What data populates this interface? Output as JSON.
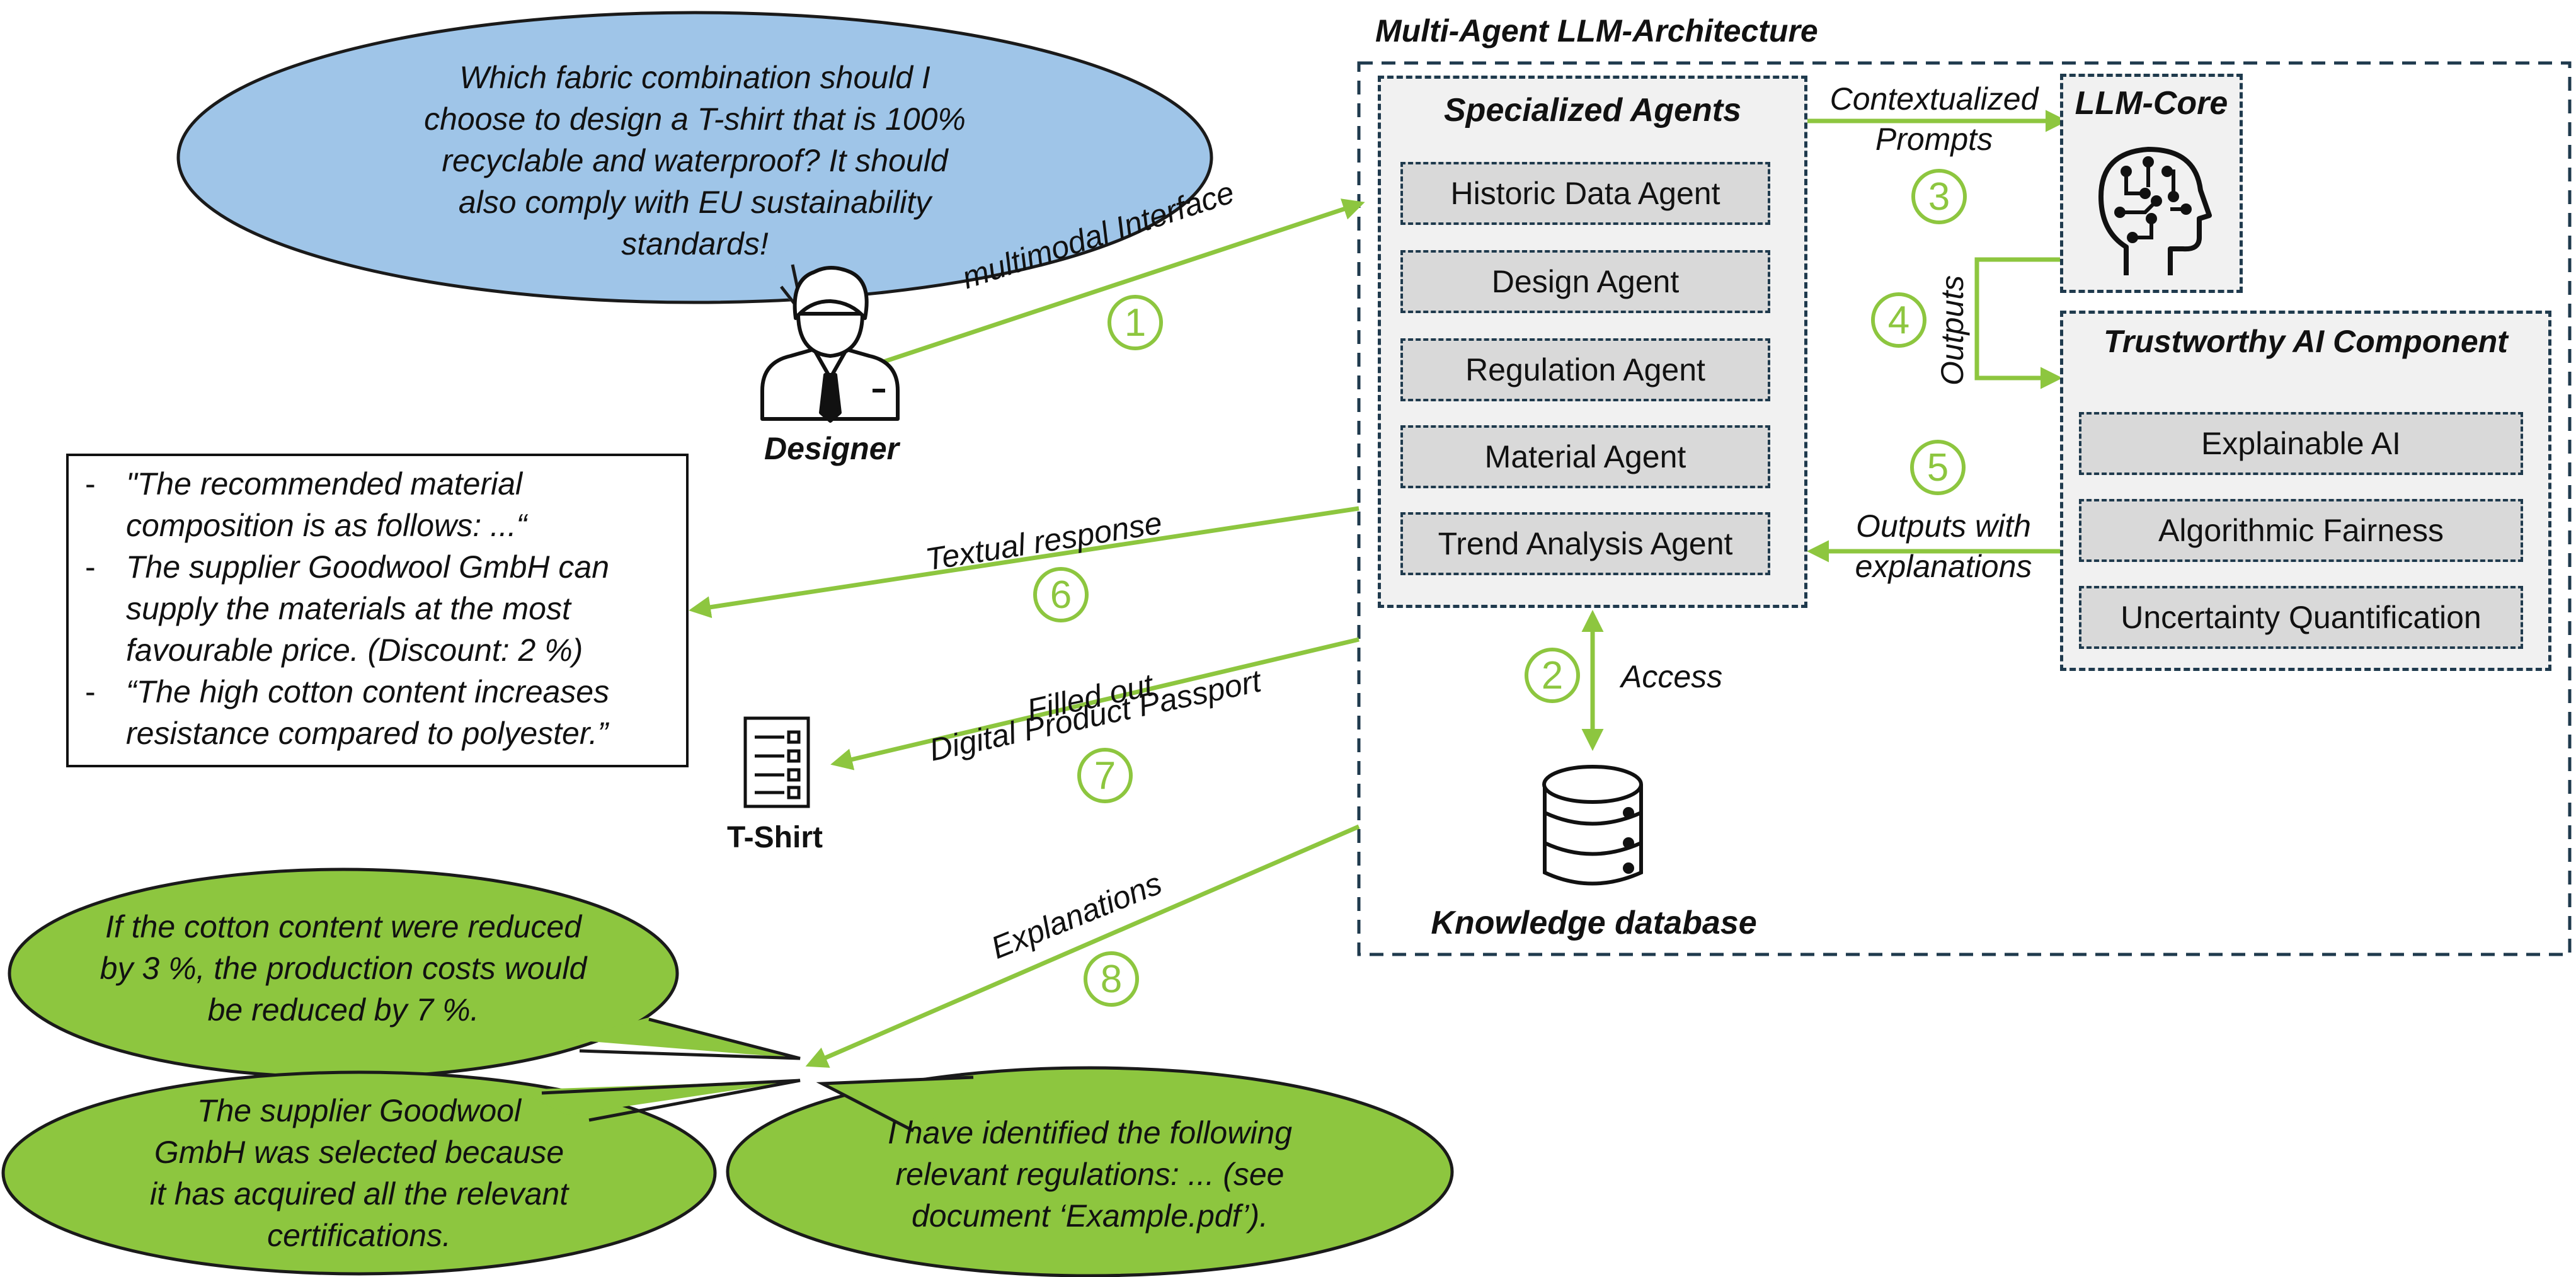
{
  "architecture": {
    "title": "Multi-Agent LLM-Architecture",
    "specialized_agents": {
      "title": "Specialized Agents",
      "agents": [
        "Historic Data Agent",
        "Design Agent",
        "Regulation Agent",
        "Material Agent",
        "Trend Analysis Agent"
      ]
    },
    "llm_core": {
      "title": "LLM-Core"
    },
    "trustworthy": {
      "title": "Trustworthy AI Component",
      "items": [
        "Explainable AI",
        "Algorithmic Fairness",
        "Uncertainty Quantification"
      ]
    },
    "knowledge_db": {
      "label": "Knowledge database"
    }
  },
  "flows": {
    "contextualized_prompts": [
      "Contextualized",
      "Prompts"
    ],
    "outputs": "Outputs",
    "outputs_with_explanations": [
      "Outputs with",
      "explanations"
    ],
    "access": "Access",
    "multimodal": "multimodal Interface",
    "textual": "Textual response",
    "filled_out": [
      "Filled out",
      "Digital Product Passport"
    ],
    "explanations": "Explanations"
  },
  "steps": [
    "1",
    "2",
    "3",
    "4",
    "5",
    "6",
    "7",
    "8"
  ],
  "designer": {
    "label": "Designer",
    "question": [
      "Which fabric combination should I",
      "choose to design a T-shirt that is 100%",
      "recyclable and waterproof? It should",
      "also comply with EU sustainability",
      "standards!"
    ]
  },
  "response": {
    "bullet": "-",
    "items": [
      [
        "\"The recommended material",
        "composition is as follows: ...“"
      ],
      [
        "The supplier Goodwool GmbH can",
        "supply the materials at the most",
        "favourable price. (Discount: 2 %)"
      ],
      [
        "“The high cotton content increases",
        "resistance compared to polyester.”"
      ]
    ]
  },
  "tshirt": {
    "label": "T-Shirt"
  },
  "explanation_bubbles": [
    [
      "If the cotton content were reduced",
      "by 3 %, the production costs would",
      "be reduced by 7 %."
    ],
    [
      "The supplier Goodwool",
      "GmbH was selected because",
      "it has acquired all the relevant",
      "certifications."
    ],
    [
      "I have identified the following",
      "relevant regulations: ... (see",
      "document ‘Example.pdf’)."
    ]
  ],
  "colors": {
    "accent_green": "#8dc63f",
    "bubble_blue": "#9fc5e8",
    "bubble_green": "#8dc63f",
    "dash_navy": "#1f3a4d",
    "panel_gray": "#f1f1f1",
    "agent_gray": "#d9d9d9"
  }
}
